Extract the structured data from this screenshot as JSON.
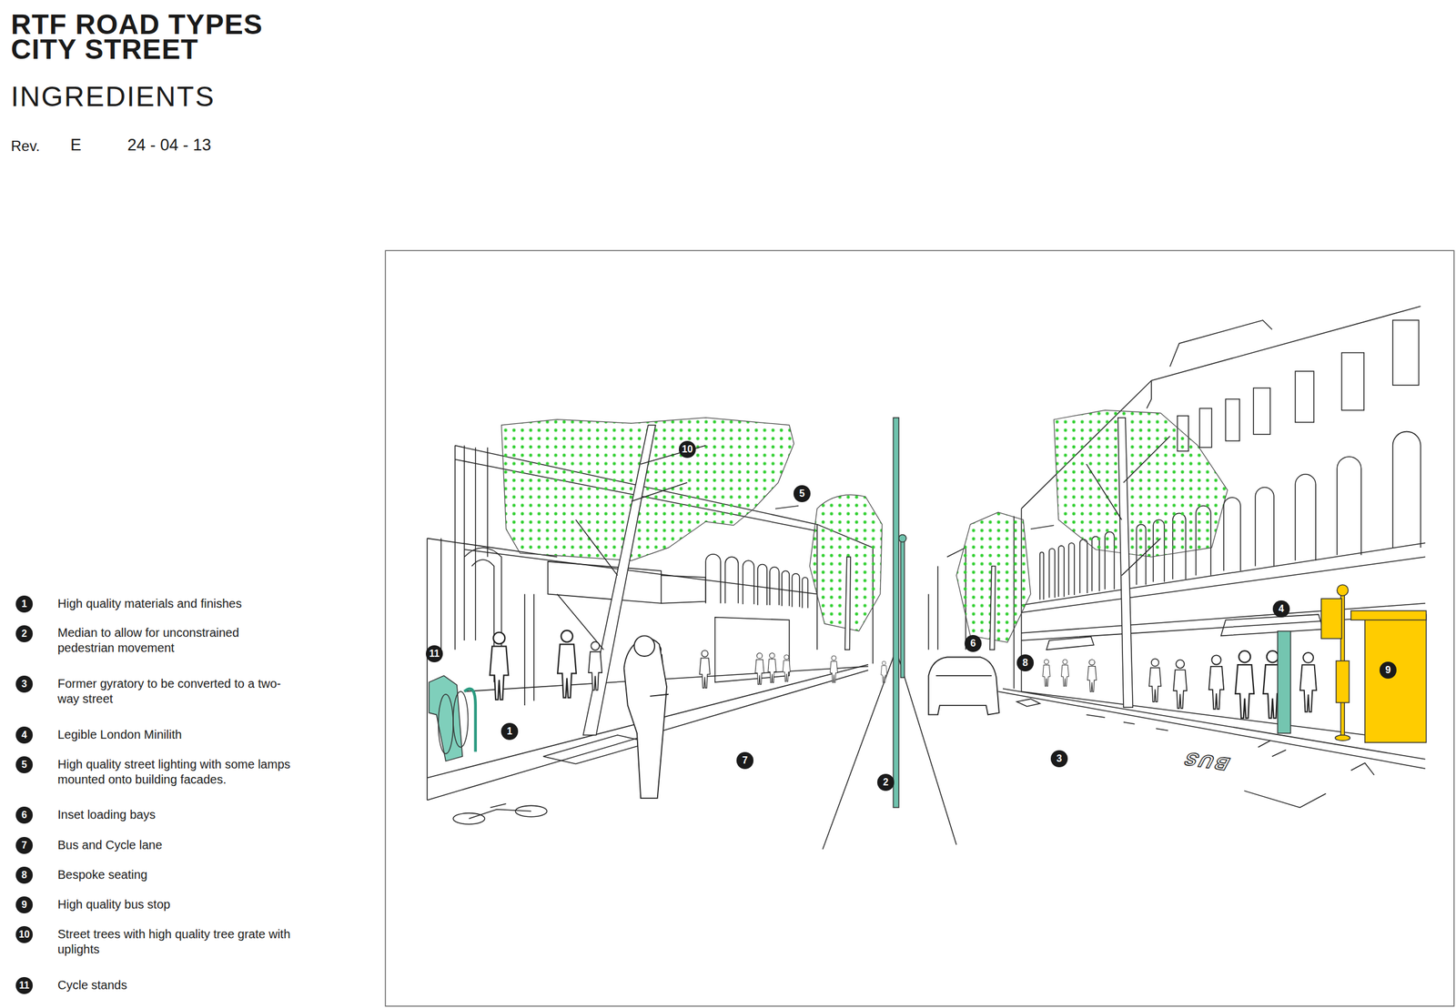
{
  "diagram": {
    "title": "RTF ROAD TYPES CITY STREET",
    "labels": [
      "INGREDIENTS",
      "Rev.",
      "E",
      "24 - 04 - 13",
      "1",
      "High quality materials and finishes",
      "2",
      "Median to allow for unconstrained pedestrian movement",
      "3",
      "Former gyratory to be converted to a two-way street",
      "4",
      "Legible London Minilith",
      "5",
      "High quality street lighting with some lamps mounted onto building facades.",
      "6",
      "Inset loading bays",
      "7",
      "Bus and Cycle lane",
      "8",
      "Bespoke seating",
      "9",
      "High quality bus stop",
      "10",
      "Street trees with high quality tree grate with uplights",
      "11",
      "Cycle stands",
      "10",
      "5",
      "11",
      "1",
      "7",
      "2",
      "6",
      "8",
      "4",
      "3",
      "9",
      "BUS"
    ]
  }
}
